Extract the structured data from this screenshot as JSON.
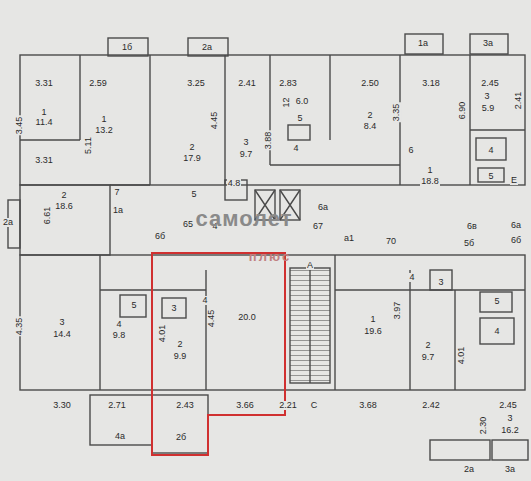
{
  "diagram": {
    "labels": [
      "1б",
      "2а",
      "1а",
      "3а",
      "3.31",
      "2.59",
      "3.25",
      "2.41",
      "2.83",
      "2.50",
      "3.18",
      "2.45",
      "3.45",
      "1",
      "11.4",
      "1",
      "13.2",
      "2",
      "17.9",
      "4.45",
      "3",
      "9.7",
      "3.88",
      "12",
      "6.0",
      "5",
      "4",
      "2",
      "8.4",
      "3.35",
      "1",
      "18.8",
      "6.90",
      "2.41",
      "3",
      "5.9",
      "4",
      "5",
      "6",
      "Е",
      "3.31",
      "5.11",
      "6.61",
      "2",
      "18.6",
      "7",
      "1а",
      "5",
      "4.8",
      "65",
      "6б",
      "4",
      "6а",
      "67",
      "а1",
      "70",
      "6в",
      "5б",
      "6а",
      "6б",
      "2а",
      "самолет",
      "плюс",
      "А",
      "4.35",
      "3",
      "14.4",
      "5",
      "4",
      "9.8",
      "3",
      "4.01",
      "2",
      "9.9",
      "4",
      "4.45",
      "20.0",
      "1",
      "19.6",
      "3.97",
      "4",
      "3",
      "4.01",
      "2",
      "9.7",
      "5",
      "4",
      "2.30",
      "3",
      "16.2",
      "3.30",
      "2.71",
      "2.43",
      "3.66",
      "2.21",
      "С",
      "3.68",
      "2.42",
      "2.45",
      "4а",
      "2б",
      "2а",
      "3а"
    ]
  }
}
